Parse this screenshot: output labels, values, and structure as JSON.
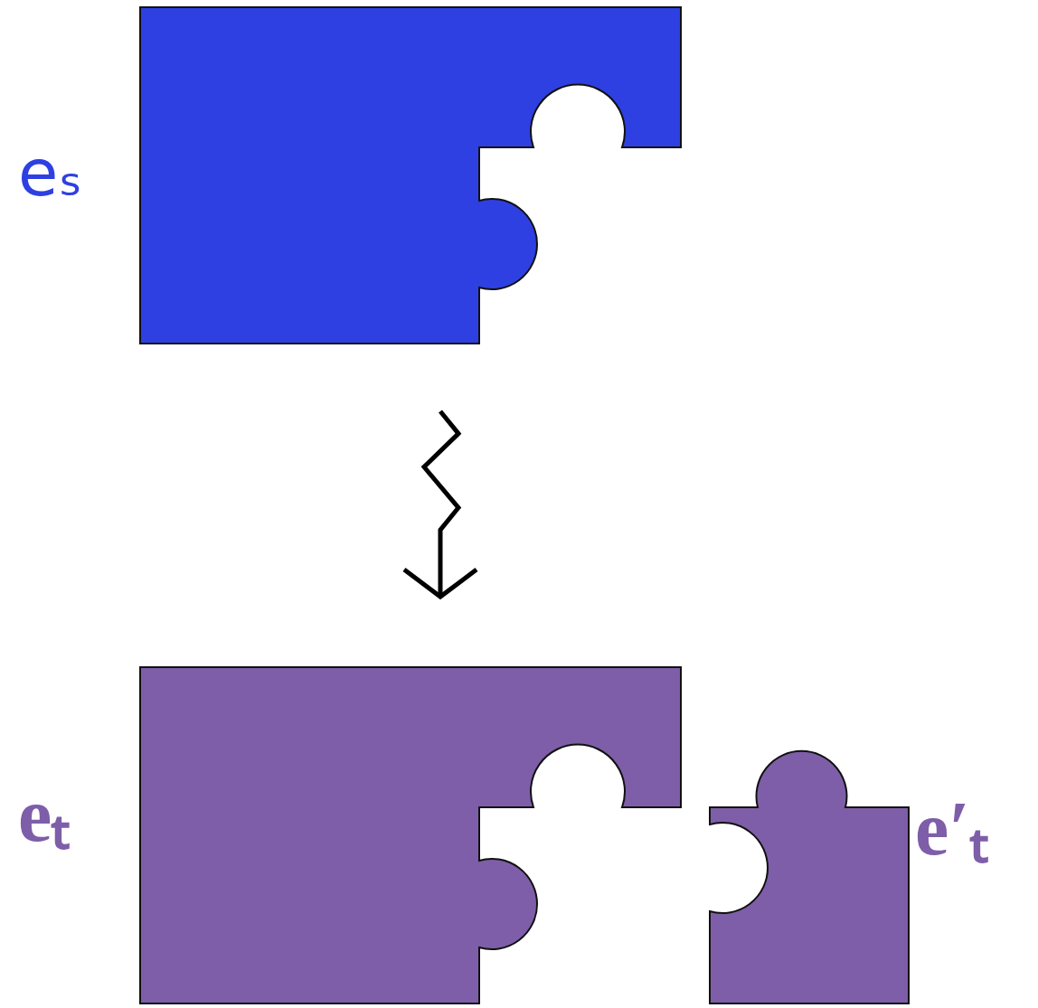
{
  "diagram": {
    "nodes": [
      {
        "text": [
          "eₛ"
        ]
      },
      {
        "text": [
          "eₜ"
        ]
      },
      {
        "text": [
          "e′ₜ"
        ]
      }
    ],
    "edges": [
      {
        "from": 0,
        "to": 1,
        "arrow": "to"
      }
    ]
  }
}
